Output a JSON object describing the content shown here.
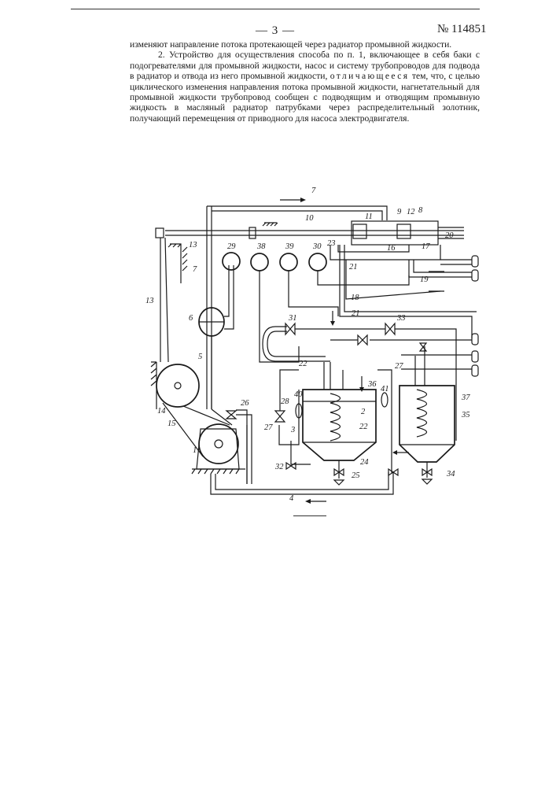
{
  "header": {
    "page_number": "— 3 —",
    "patent_number": "№ 114851"
  },
  "body": {
    "para1": "изменяют направление потока протекающей через радиатор промывной жидкости.",
    "para2_before": "2. Устройство для осуществления способа по п. 1, включающее в себя баки с подогревателями для промывной жидкости, насос и систему трубопроводов для подвода в радиатор и отвода из него промывной жидкости, ",
    "para2_spaced": "отличающееся",
    "para2_after": " тем, что, с целью циклического изменения направления потока промывной жидкости, нагнетательный для промывной жидкости трубопровод сообщен с подводящим и отводящим промывную жидкость в масляный радиатор патрубками через распределительный золотник, получающий перемещения от приводного для насоса электродвигателя."
  },
  "figure": {
    "labels": {
      "l1": "1",
      "l2": "2",
      "l3": "3",
      "l4": "4",
      "l5": "5",
      "l6": "6",
      "l7a": "7",
      "l7b": "7",
      "l8": "8",
      "l9": "9",
      "l10": "10",
      "l11": "11",
      "l12": "12",
      "l13a": "13",
      "l13b": "13",
      "l14": "14",
      "l15": "15",
      "l16": "16",
      "l17": "17",
      "l18": "18",
      "l19": "19",
      "l20": "20",
      "l21a": "21",
      "l21b": "21",
      "l22a": "22",
      "l22b": "22",
      "l23": "23",
      "l24": "24",
      "l25": "25",
      "l26": "26",
      "l27a": "27",
      "l27b": "27",
      "l28": "28",
      "l29": "29",
      "l30": "30",
      "l31": "31",
      "l32": "32",
      "l33": "33",
      "l34": "34",
      "l35": "35",
      "l36": "36",
      "l37": "37",
      "l38": "38",
      "l39": "39",
      "l40": "40",
      "l41": "41"
    }
  }
}
